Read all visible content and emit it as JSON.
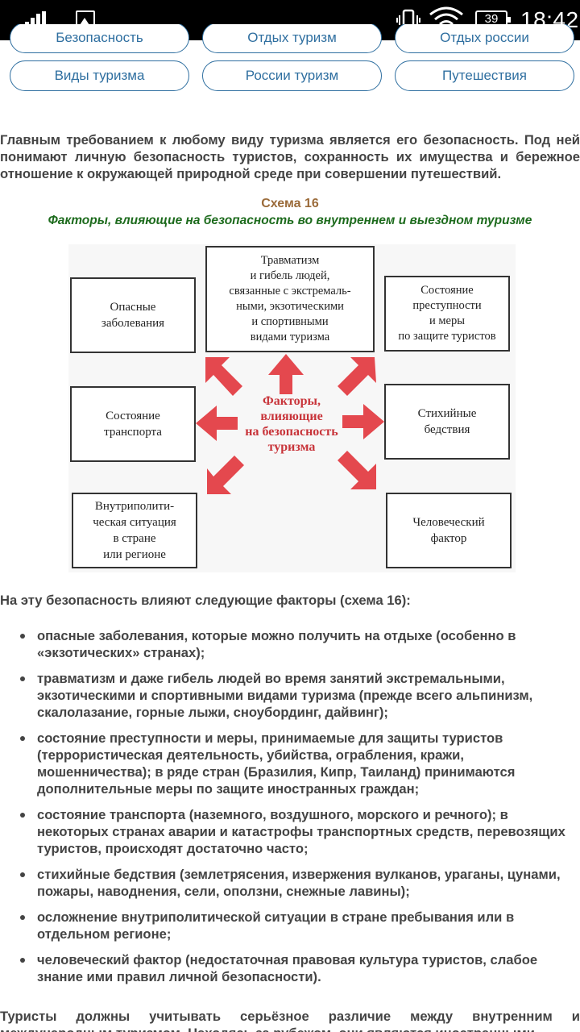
{
  "status_bar": {
    "sim": "2",
    "battery": "39",
    "time": "18:42",
    "icons": [
      "signal-icon",
      "image-icon",
      "vibrate-icon",
      "wifi-icon",
      "battery-icon"
    ]
  },
  "tags": [
    "Безопасность",
    "Отдых туризм",
    "Отдых россии",
    "Виды туризма",
    "России туризм",
    "Путешествия"
  ],
  "paragraph1": "Главным требованием к любому виду туризма является его безопасность. Под ней понимают личную безопасность туристов, сохранность их имущества и бережное отношение к окружающей природной среде при совершении путешествий.",
  "scheme": {
    "number": "Схема 16",
    "title": "Факторы, влияющие на безопасность во внутреннем и выездном туризме",
    "center": "Факторы,\nвлияющие\nна безопасность\nтуризма",
    "boxes": {
      "diseases": "Опасные\nзаболевания",
      "injuries": "Травматизм\nи гибель людей,\nсвязанные с экстремаль-\nными, экзотическими\nи спортивными\nвидами туризма",
      "crime": "Состояние\nпреступности\nи меры\nпо защите туристов",
      "transport": "Состояние\nтранспорта",
      "disasters": "Стихийные\nбедствия",
      "politics": "Внутриполити-\nческая ситуация\nв стране\nили регионе",
      "human": "Человеческий\nфактор"
    },
    "colors": {
      "arrow": "#e4484e",
      "center_text": "#c8343a",
      "box_border": "#333333"
    }
  },
  "intro": "На эту безопасность влияют следующие факторы (схема 16):",
  "bullets": [
    "опасные заболевания, которые можно получить на отдыхе (особенно в «экзотических» странах);",
    "травматизм и даже гибель людей во время занятий экстремальными, экзотическими и спортивными видами туризма (прежде всего альпинизм, скалолазание, горные лыжи, сноубординг, дайвинг);",
    "состояние преступности и меры, принимаемые для защиты туристов (террористическая деятельность, убийства, ограбления, кражи, мошенничества); в ряде стран (Бразилия, Кипр, Таиланд) принимаются дополнительные меры по защите иностранных граждан;",
    "состояние транспорта (наземного, воздушного, морского и речного); в некоторых странах аварии и катастрофы транспортных средств, перевозящих туристов, происходят достаточно часто;",
    "стихийные бедствия (землетрясения, извержения вулканов, ураганы, цунами, пожары, наводнения, сели, оползни, снежные лавины);",
    "осложнение внутриполитической ситуации в стране пребывания или в отдельном регионе;",
    "человеческий фактор (недостаточная правовая культура туристов, слабое знание ими правил личной безопасности)."
  ],
  "paragraph_last": "Туристы должны учитывать серьёзное различие между внутренним и международным туризмом. Находясь за рубежом, они являются иностранными"
}
